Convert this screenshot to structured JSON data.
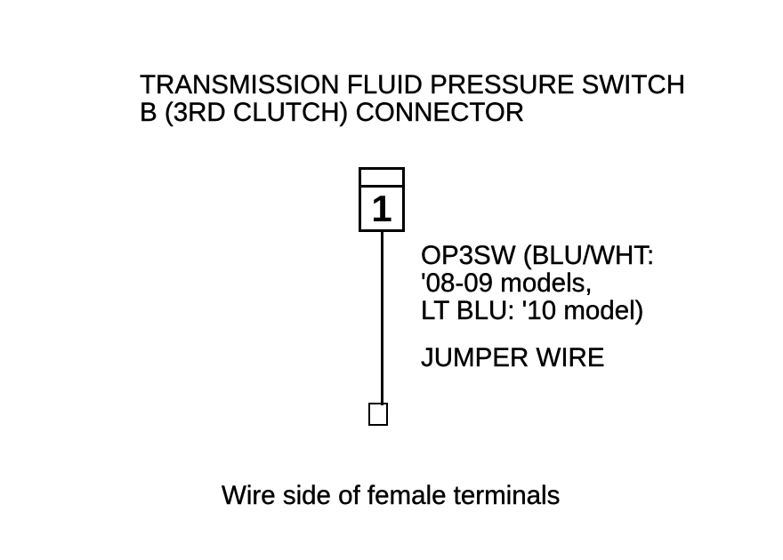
{
  "diagram": {
    "background_color": "#ffffff",
    "line_color": "#000000",
    "title": "TRANSMISSION FLUID PRESSURE SWITCH\nB (3RD CLUTCH) CONNECTOR",
    "connector": {
      "pin_number": "1"
    },
    "wire_label": "OP3SW (BLU/WHT:\n'08-09 models,\nLT BLU: '10 model)",
    "jumper_label": "JUMPER WIRE",
    "caption": "Wire side of female terminals"
  }
}
